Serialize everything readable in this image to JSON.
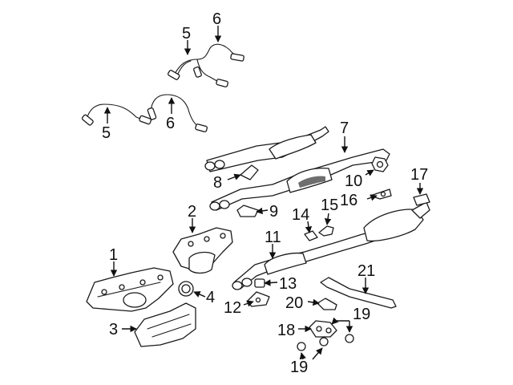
{
  "callouts": {
    "c1": "1",
    "c2": "2",
    "c3": "3",
    "c4": "4",
    "c5a": "5",
    "c5b": "5",
    "c6a": "6",
    "c6b": "6",
    "c7": "7",
    "c8": "8",
    "c9": "9",
    "c10": "10",
    "c11": "11",
    "c12": "12",
    "c13": "13",
    "c14": "14",
    "c15": "15",
    "c16": "16",
    "c17": "17",
    "c18": "18",
    "c19a": "19",
    "c19b": "19",
    "c20": "20",
    "c21": "21"
  },
  "colors": {
    "ink": "#1a1a1a",
    "background": "#ffffff"
  }
}
